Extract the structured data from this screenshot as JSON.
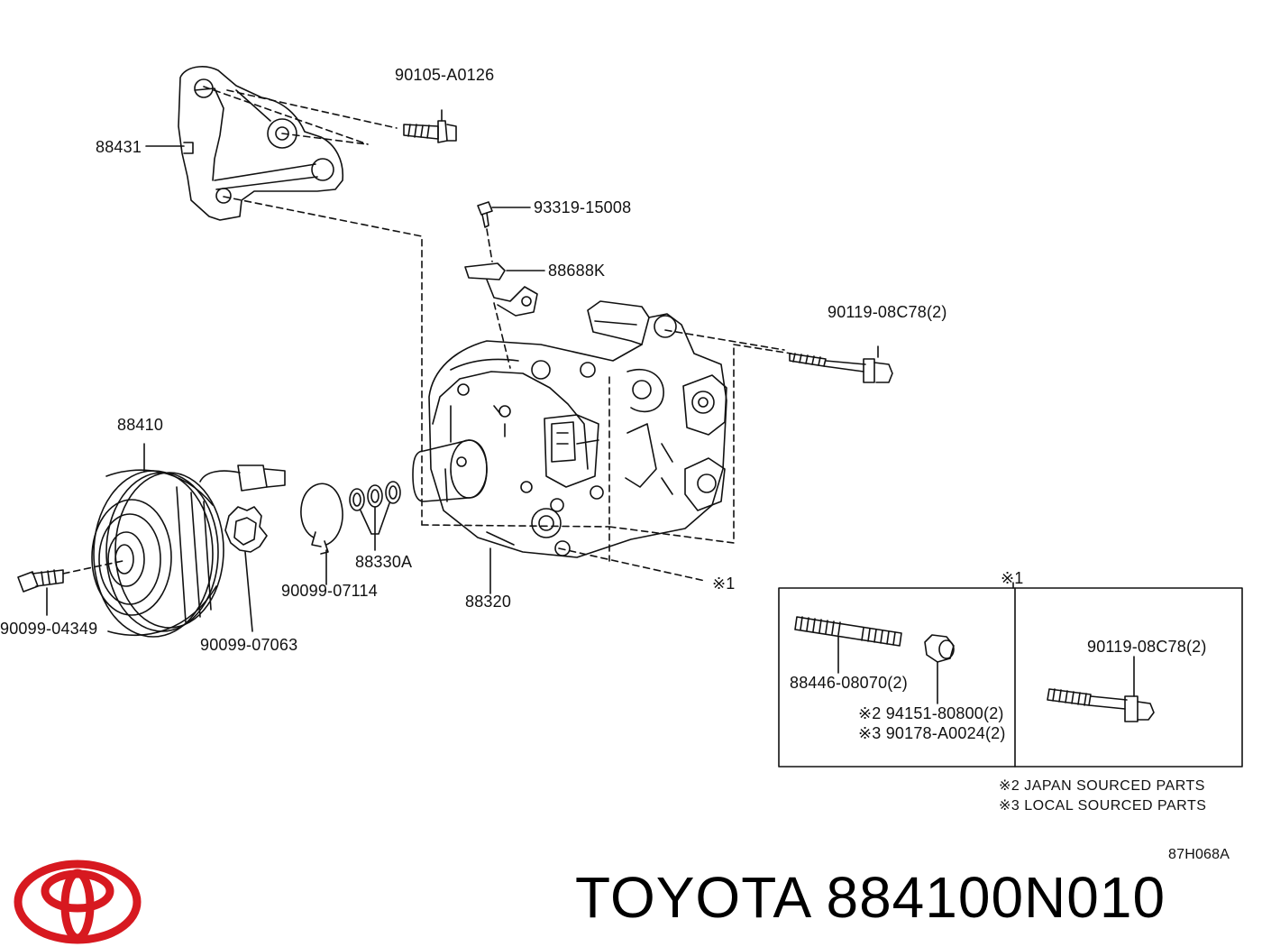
{
  "parts": {
    "bracket": "88431",
    "bolt_bracket": "90105-A0126",
    "screw": "93319-15008",
    "clamp": "88688K",
    "stud_bolt_top": "90119-08C78(2)",
    "clutch": "88410",
    "compressor": "88320",
    "o_ring_set": "88330A",
    "snap_ring": "90099-07114",
    "shim": "90099-07063",
    "clutch_bolt": "90099-04349"
  },
  "inset": {
    "marker": "※1",
    "callout_marker": "※1",
    "stud": "88446-08070(2)",
    "nut_japan": "※2 94151-80800(2)",
    "nut_local": "※3 90178-A0024(2)",
    "bolt": "90119-08C78(2)"
  },
  "notes": {
    "japan": "※2 JAPAN SOURCED PARTS",
    "local": "※3 LOCAL SOURCED PARTS"
  },
  "diagram_code": "87H068A",
  "brand": {
    "title": "TOYOTA 884100N010",
    "logo_color": "#d71920"
  }
}
